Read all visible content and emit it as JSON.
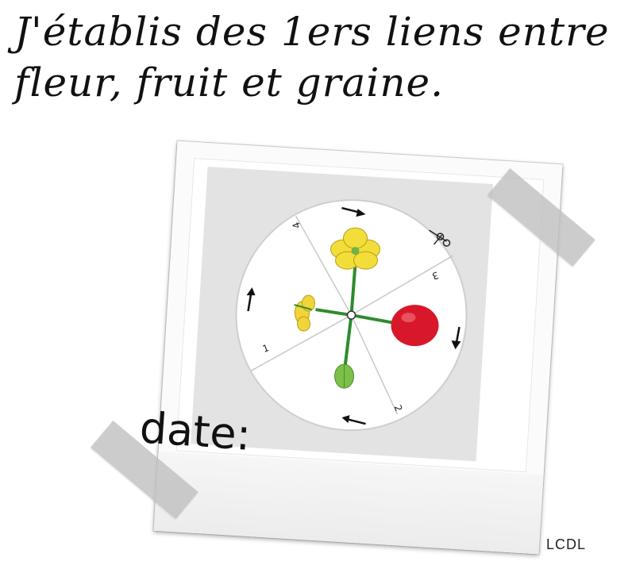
{
  "title": {
    "line1": "J'établis des 1ers liens entre",
    "line2": "fleur, fruit et graine."
  },
  "wheel": {
    "sector_labels": [
      "1",
      "2",
      "3",
      "4"
    ],
    "arrow_icon": "arrow-icon",
    "scissors_icon": "scissors-icon"
  },
  "caption": {
    "date_label": "date:"
  },
  "watermark": "LCDL",
  "colors": {
    "petal": "#f3dd3a",
    "stem": "#2e8b2e",
    "berry": "#d8182a",
    "green_fruit": "#7cc04a",
    "panel": "#e3e3e3",
    "tape": "#bdbdbd"
  }
}
